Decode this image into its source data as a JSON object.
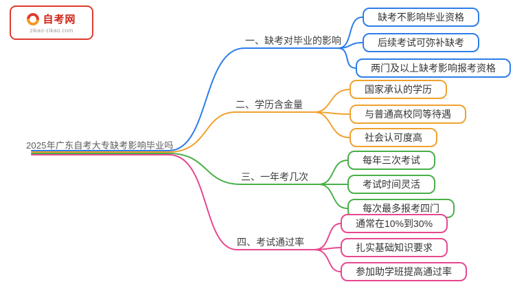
{
  "logo": {
    "site_name": "自考网",
    "site_url": "zikao-zikao.com"
  },
  "central_topic": {
    "label": "2025年广东自考大专缺考影响毕业吗"
  },
  "colors": {
    "branch_1": "#2b7de9",
    "branch_2": "#f0a12e",
    "branch_3": "#49af48",
    "branch_4": "#e7478f",
    "logo_red": "#e03a2e"
  },
  "branches": [
    {
      "label": "一、缺考对毕业的影响",
      "color": "#2b7de9",
      "children": [
        "缺考不影响毕业资格",
        "后续考试可弥补缺考",
        "两门及以上缺考影响报考资格"
      ]
    },
    {
      "label": "二、学历含金量",
      "color": "#f0a12e",
      "children": [
        "国家承认的学历",
        "与普通高校同等待遇",
        "社会认可度高"
      ]
    },
    {
      "label": "三、一年考几次",
      "color": "#49af48",
      "children": [
        "每年三次考试",
        "考试时间灵活",
        "每次最多报考四门"
      ]
    },
    {
      "label": "四、考试通过率",
      "color": "#e7478f",
      "children": [
        "通常在10%到30%",
        "扎实基础知识要求",
        "参加助学班提高通过率"
      ]
    }
  ]
}
